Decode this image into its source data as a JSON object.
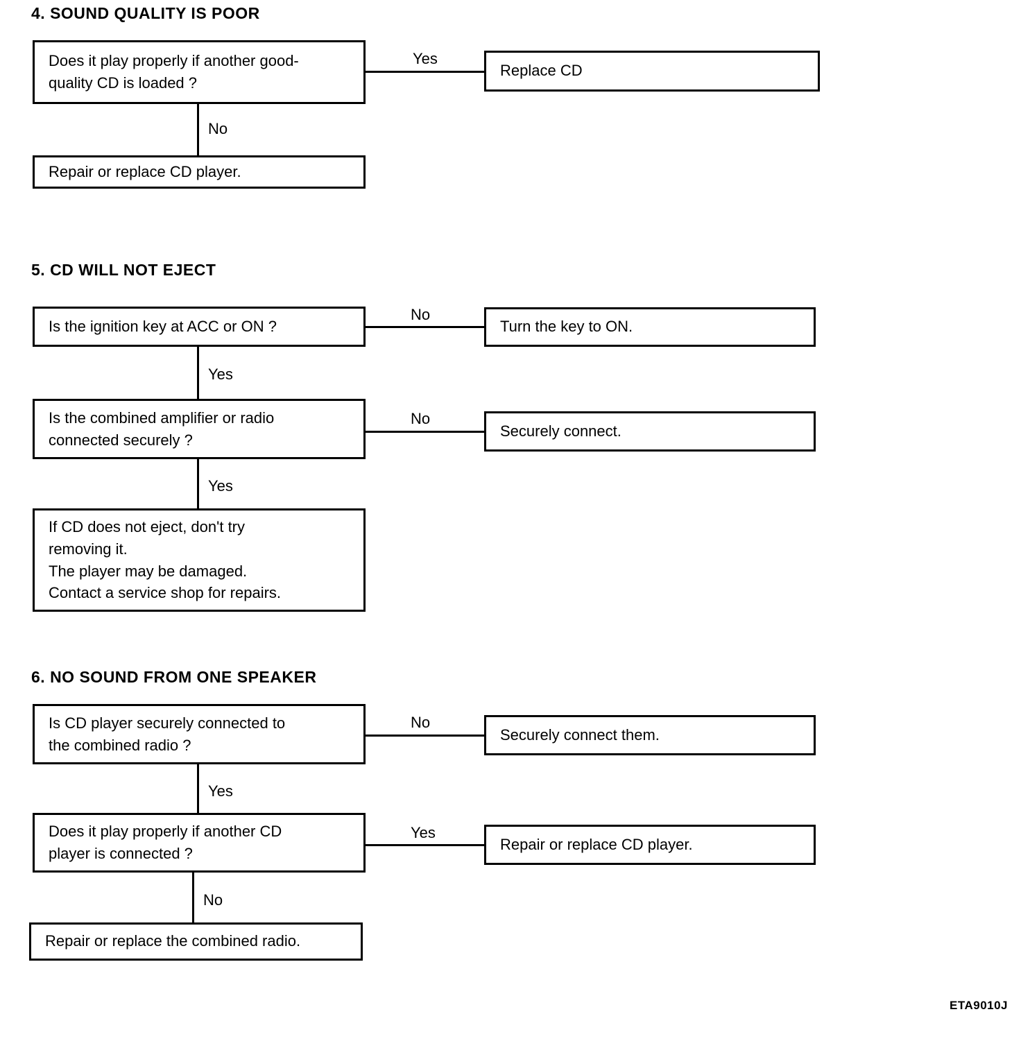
{
  "document": {
    "code": "ETA9010J"
  },
  "sections": [
    {
      "heading": "4.  SOUND QUALITY IS POOR",
      "nodes": {
        "q1": "Does it play properly if another good-\nquality CD is loaded ?",
        "q1_yes_result": "Replace CD",
        "q1_no_result": "Repair or replace CD player."
      },
      "labels": {
        "yes": "Yes",
        "no": "No"
      }
    },
    {
      "heading": "5.  CD WILL NOT EJECT",
      "nodes": {
        "q1": "Is the ignition key at ACC or ON ?",
        "q1_no_result": "Turn the key to ON.",
        "q2": "Is the combined amplifier or radio\nconnected securely ?",
        "q2_no_result": "Securely connect.",
        "final_note": "If  CD does not eject, don't try\nremoving it.\nThe player may be damaged.\nContact a service shop for repairs."
      },
      "labels": {
        "no1": "No",
        "yes1": "Yes",
        "no2": "No",
        "yes2": "Yes"
      }
    },
    {
      "heading": "6.  NO SOUND FROM ONE SPEAKER",
      "nodes": {
        "q1": "Is CD player securely connected to\nthe combined radio ?",
        "q1_no_result": "Securely connect them.",
        "q2": "Does it play properly if another CD\nplayer is connected ?",
        "q2_yes_result": "Repair or replace CD player.",
        "q2_no_result": "Repair or replace the combined radio."
      },
      "labels": {
        "no1": "No",
        "yes1": "Yes",
        "yes2": "Yes",
        "no2": "No"
      }
    }
  ]
}
